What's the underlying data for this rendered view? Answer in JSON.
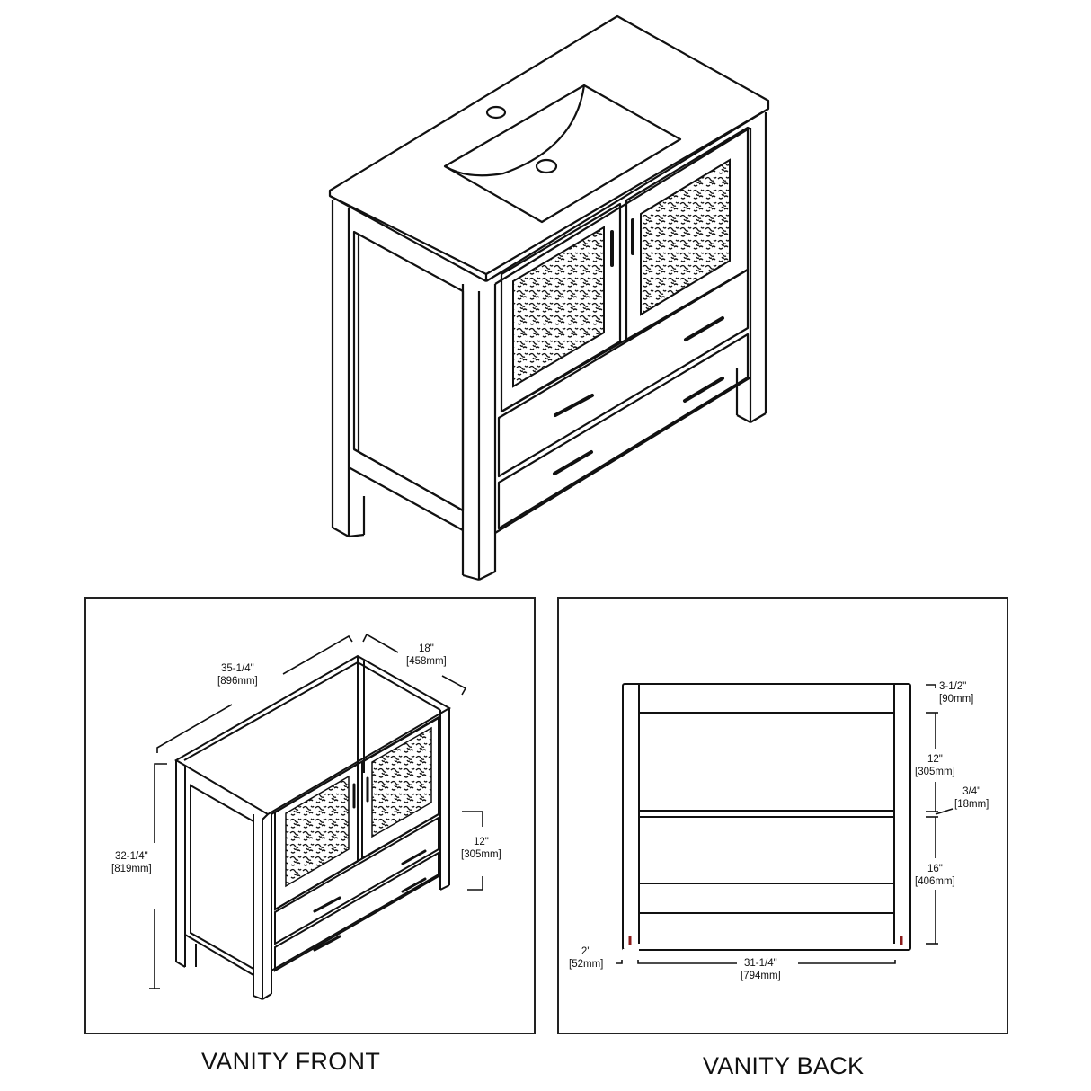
{
  "diagram": {
    "type": "product dimension drawing",
    "subject": "bathroom vanity with integrated sink",
    "colors": {
      "line": "#111111",
      "background": "#ffffff",
      "leveler_accent": "#8b1a1a"
    }
  },
  "views": {
    "isometric_top": {
      "label": ""
    },
    "front": {
      "caption": "VANITY FRONT",
      "dimensions": {
        "width": {
          "imperial": "35-1/4\"",
          "metric": "[896mm]"
        },
        "depth": {
          "imperial": "18\"",
          "metric": "[458mm]"
        },
        "height": {
          "imperial": "32-1/4\"",
          "metric": "[819mm]"
        },
        "door_height": {
          "imperial": "12\"",
          "metric": "[305mm]"
        }
      }
    },
    "back": {
      "caption": "VANITY BACK",
      "dimensions": {
        "top_rail": {
          "imperial": "3-1/2\"",
          "metric": "[90mm]"
        },
        "upper_opening": {
          "imperial": "12\"",
          "metric": "[305mm]"
        },
        "shelf_thickness": {
          "imperial": "3/4\"",
          "metric": "[18mm]"
        },
        "lower_opening": {
          "imperial": "16\"",
          "metric": "[406mm]"
        },
        "leg_width": {
          "imperial": "2\"",
          "metric": "[52mm]"
        },
        "inner_width": {
          "imperial": "31-1/4\"",
          "metric": "[794mm]"
        }
      }
    }
  }
}
